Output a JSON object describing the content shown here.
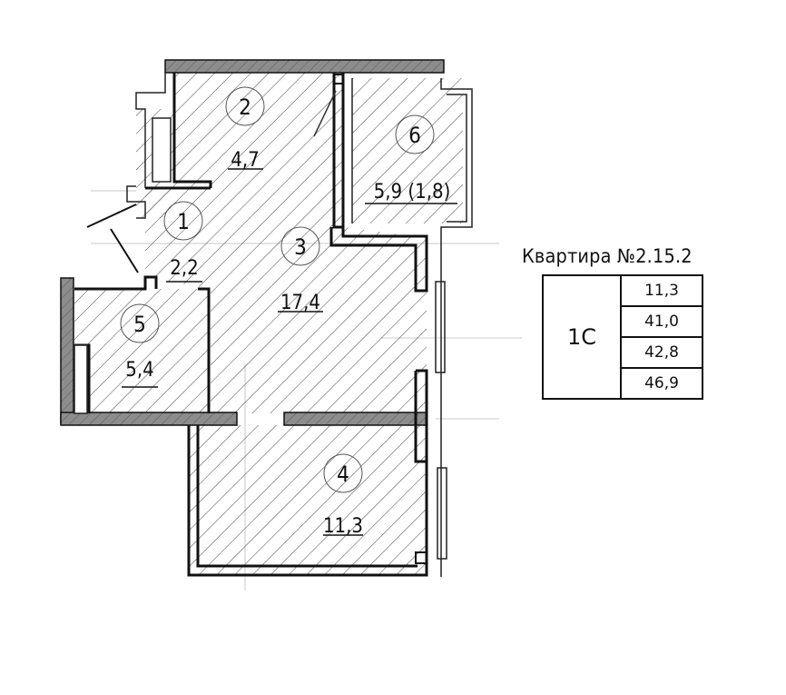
{
  "apartment": {
    "title": "Квартира №2.15.2",
    "type": "1С",
    "areas": [
      "11,3",
      "41,0",
      "42,8",
      "46,9"
    ]
  },
  "rooms": [
    {
      "num": "1",
      "area": "2,2"
    },
    {
      "num": "2",
      "area": "4,7"
    },
    {
      "num": "3",
      "area": "17,4"
    },
    {
      "num": "4",
      "area": "11,3"
    },
    {
      "num": "5",
      "area": "5,4"
    },
    {
      "num": "6",
      "area": "5,9 (1,8)"
    }
  ],
  "colors": {
    "line": "#111111",
    "hatch": "#333333",
    "wall_fill": "#8c8c8c",
    "background": "#ffffff"
  }
}
